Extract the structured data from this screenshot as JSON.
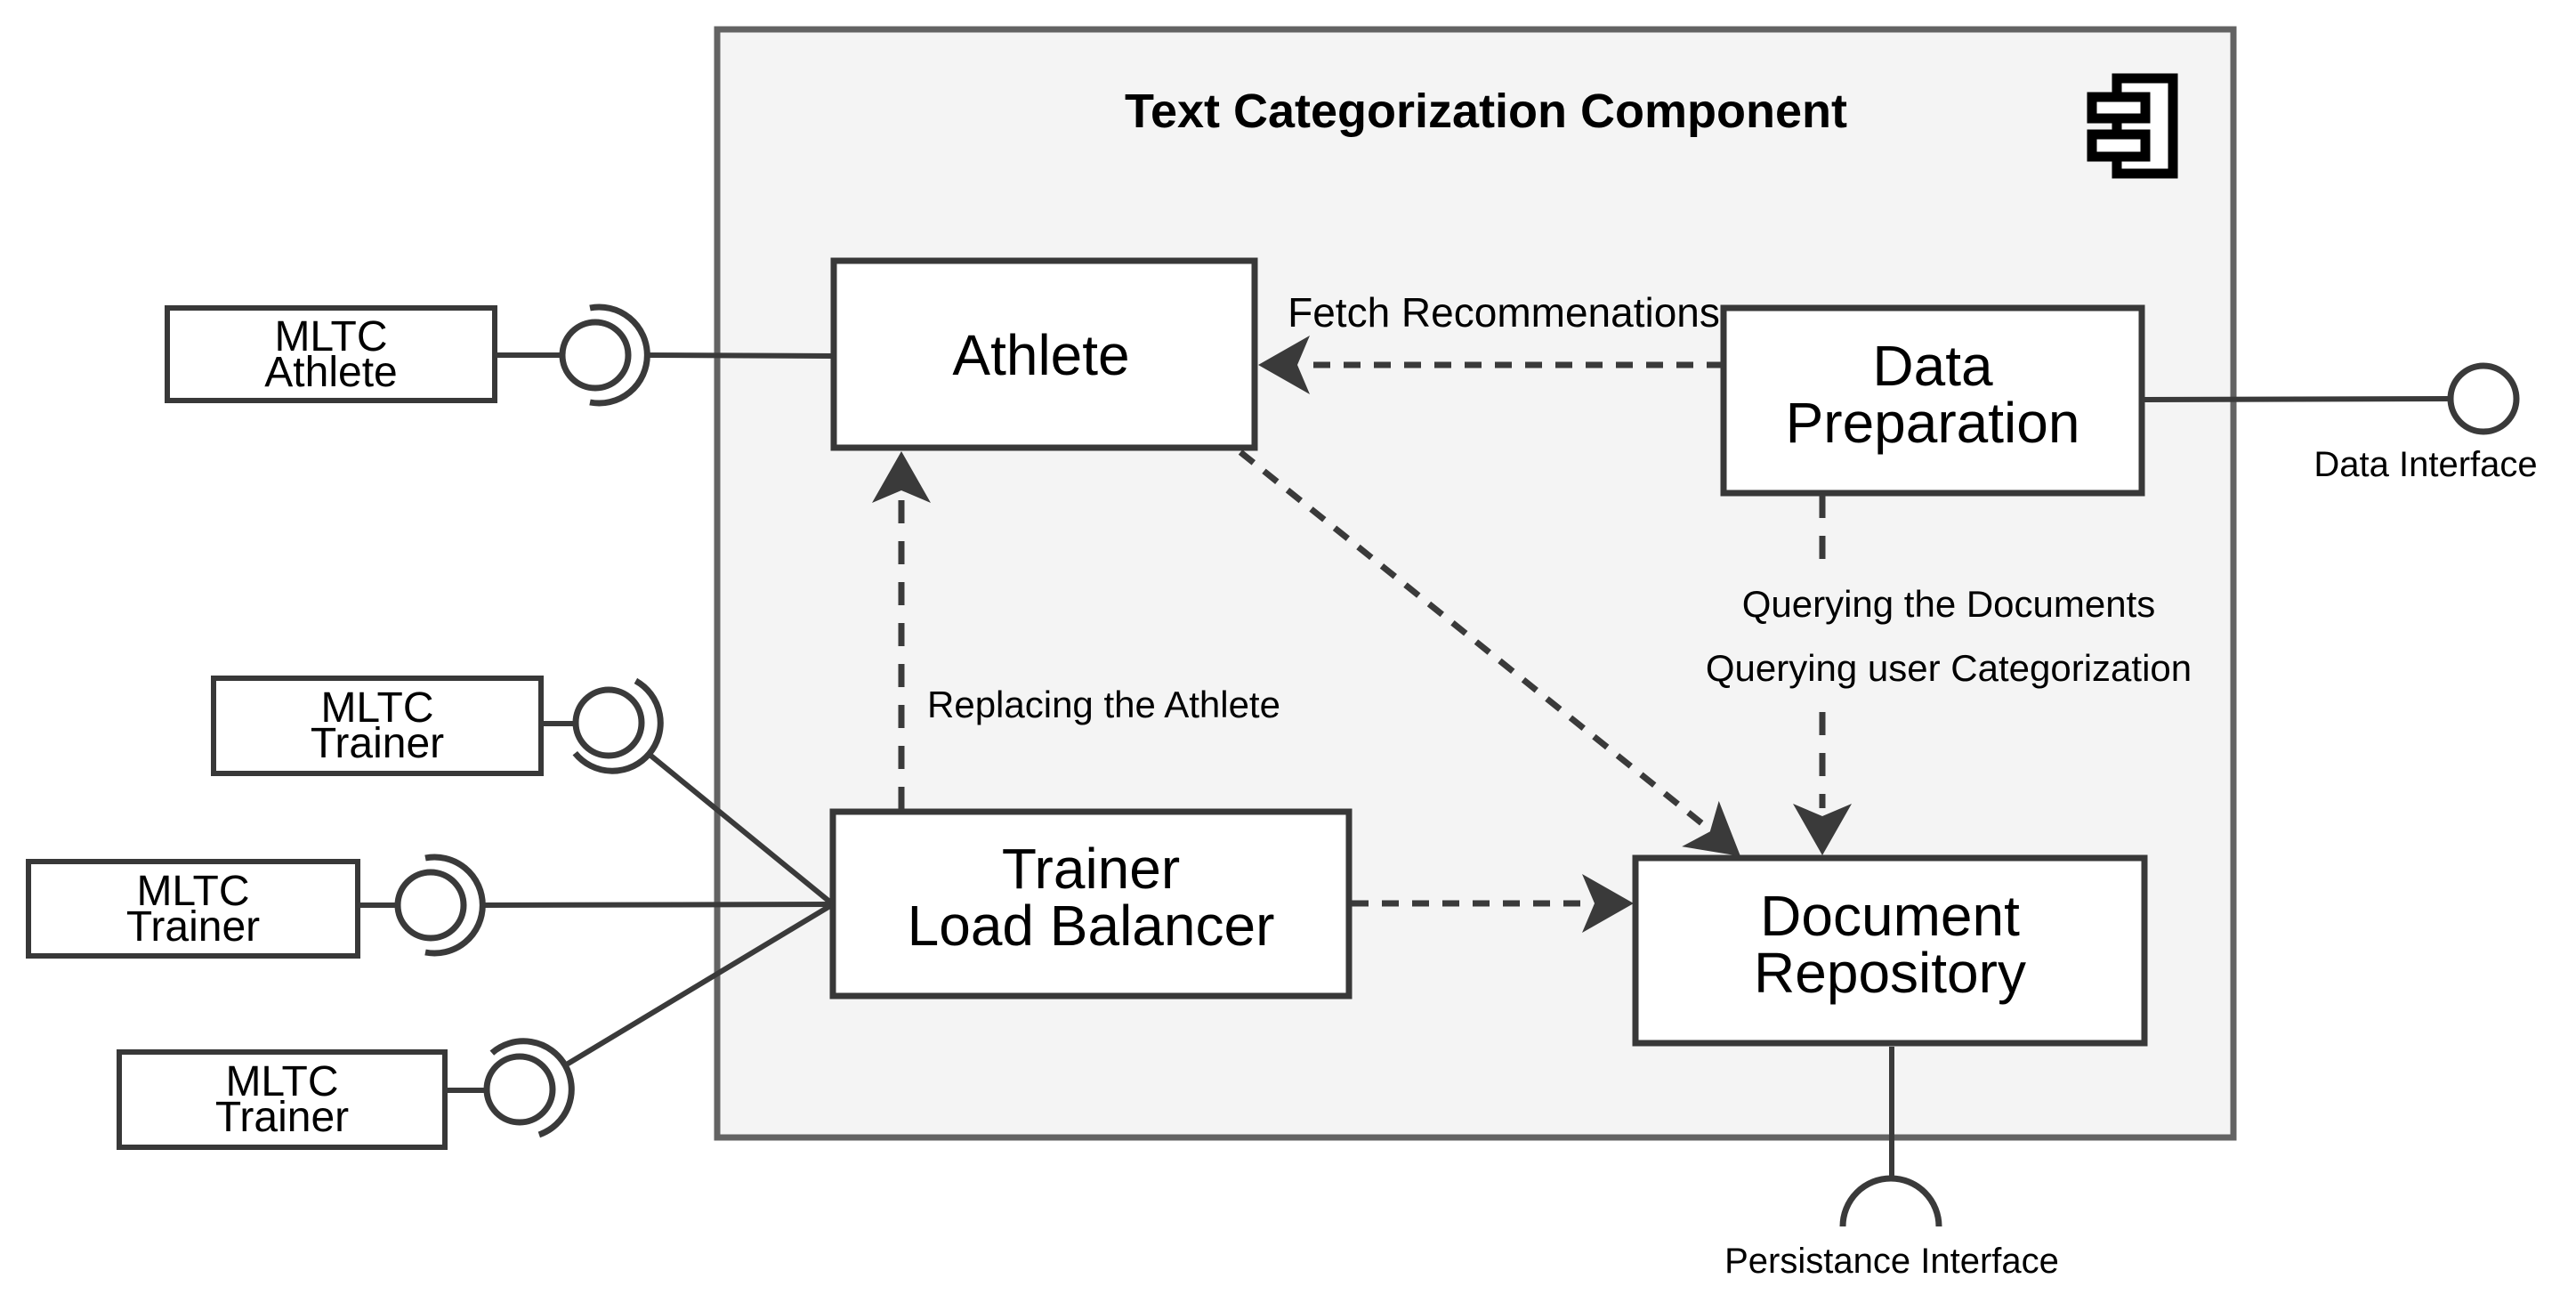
{
  "diagram": {
    "title": "Text Categorization Component",
    "component_icon": "uml-component-icon"
  },
  "components": {
    "athlete": {
      "label": "Athlete"
    },
    "data_preparation": {
      "line1": "Data",
      "line2": "Preparation"
    },
    "trainer_load_balancer": {
      "line1": "Trainer",
      "line2": "Load Balancer"
    },
    "document_repository": {
      "line1": "Document",
      "line2": "Repository"
    }
  },
  "actors": {
    "mltc_athlete": {
      "line1": "MLTC",
      "line2": "Athlete"
    },
    "mltc_trainer_1": {
      "line1": "MLTC",
      "line2": "Trainer"
    },
    "mltc_trainer_2": {
      "line1": "MLTC",
      "line2": "Trainer"
    },
    "mltc_trainer_3": {
      "line1": "MLTC",
      "line2": "Trainer"
    }
  },
  "edges": {
    "fetch_recommendations": {
      "label": "Fetch Recommenations"
    },
    "replacing_athlete": {
      "label": "Replacing the Athlete"
    },
    "querying_documents": {
      "label": "Querying the Documents"
    },
    "querying_user_categorization": {
      "label": "Querying user Categorization"
    }
  },
  "interfaces": {
    "data_interface": {
      "label": "Data Interface"
    },
    "persistance_interface": {
      "label": "Persistance Interface"
    }
  },
  "colors": {
    "frame_fill": "#f4f4f4",
    "frame_stroke": "#636363",
    "box_stroke": "#383838",
    "line_color": "#3a3a3a",
    "text_color": "#000000",
    "node_fill": "#ffffff"
  }
}
